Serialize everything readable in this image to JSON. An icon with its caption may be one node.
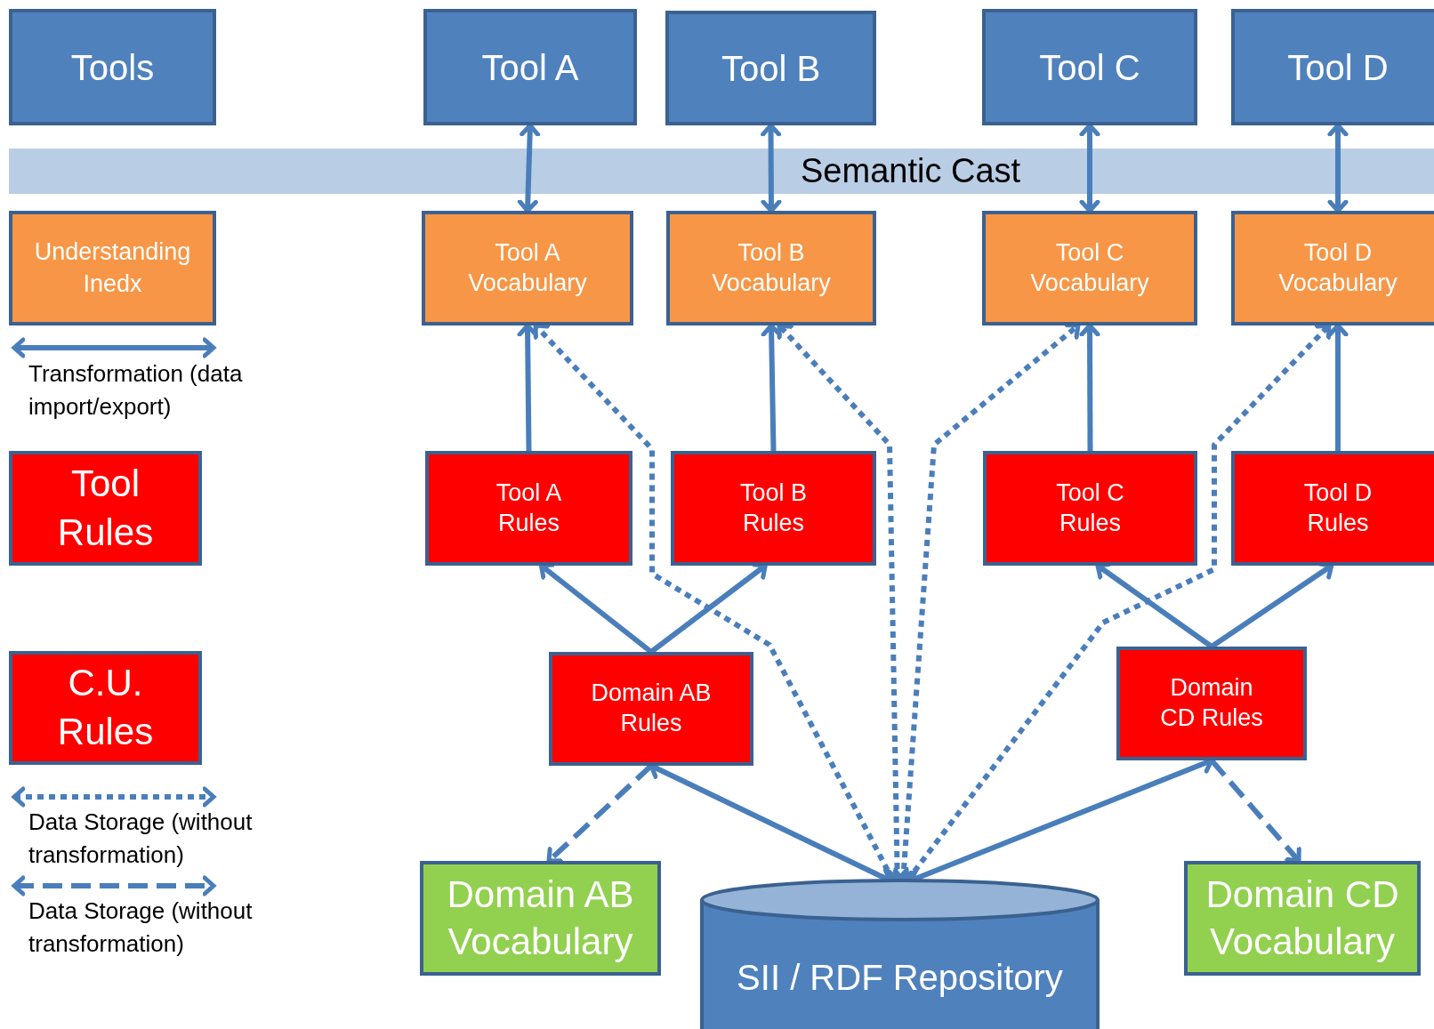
{
  "diagram": {
    "nodes": [
      {
        "text": [
          "Tool A"
        ]
      },
      {
        "text": [
          "Tool B"
        ]
      },
      {
        "text": [
          "Tool C"
        ]
      },
      {
        "text": [
          "Tool D"
        ]
      },
      {
        "text": [
          "Tool A Vocabulary"
        ]
      },
      {
        "text": [
          "Tool B Vocabulary"
        ]
      },
      {
        "text": [
          "Tool C Vocabulary"
        ]
      },
      {
        "text": [
          "Tool D Vocabulary"
        ]
      },
      {
        "text": [
          "Tool A Rules"
        ]
      },
      {
        "text": [
          "Tool B Rules"
        ]
      },
      {
        "text": [
          "Tool C Rules"
        ]
      },
      {
        "text": [
          "Tool D Rules"
        ]
      },
      {
        "text": [
          "Domain AB Rules"
        ]
      },
      {
        "text": [
          "Domain CD Rules"
        ]
      },
      {
        "text": [
          "Domain AB Vocabulary"
        ]
      },
      {
        "text": [
          "SII / RDF Repository"
        ]
      },
      {
        "text": [
          "Domain CD Vocabulary"
        ]
      }
    ],
    "edges": [
      {
        "from": 0,
        "to": 4,
        "arrow": "both"
      },
      {
        "from": 1,
        "to": 5,
        "arrow": "both"
      },
      {
        "from": 2,
        "to": 6,
        "arrow": "both"
      },
      {
        "from": 3,
        "to": 7,
        "arrow": "both"
      },
      {
        "from": 8,
        "to": 4,
        "arrow": "to"
      },
      {
        "from": 9,
        "to": 5,
        "arrow": "to"
      },
      {
        "from": 10,
        "to": 6,
        "arrow": "to"
      },
      {
        "from": 11,
        "to": 7,
        "arrow": "to"
      },
      {
        "from": 12,
        "to": 8,
        "arrow": "to"
      },
      {
        "from": 12,
        "to": 9,
        "arrow": "to"
      },
      {
        "from": 13,
        "to": 10,
        "arrow": "to"
      },
      {
        "from": 13,
        "to": 11,
        "arrow": "to"
      },
      {
        "from": 15,
        "to": 12,
        "arrow": "both"
      },
      {
        "from": 15,
        "to": 13,
        "arrow": "both"
      },
      {
        "from": 12,
        "to": 14,
        "arrow": "to",
        "style": "dashed"
      },
      {
        "from": 13,
        "to": 16,
        "arrow": "to",
        "style": "dashed"
      },
      {
        "from": 15,
        "to": 4,
        "arrow": "both",
        "style": "dashed"
      },
      {
        "from": 15,
        "to": 5,
        "arrow": "both",
        "style": "dashed"
      },
      {
        "from": 15,
        "to": 6,
        "arrow": "both",
        "style": "dashed"
      },
      {
        "from": 15,
        "to": 7,
        "arrow": "both",
        "style": "dashed"
      }
    ],
    "labels": [
      "Semantic Cast"
    ],
    "legend": [
      {
        "text": "Tools",
        "color": "#4f81bd"
      },
      {
        "text": "Understanding Inedx",
        "color": "#f79646"
      },
      {
        "text": "Transformation (data import/export)"
      },
      {
        "text": "Tool Rules",
        "color": "#ff0000"
      },
      {
        "text": "C.U. Rules",
        "color": "#ff0000"
      },
      {
        "text": "Data Storage (without transformation)"
      },
      {
        "text": "Data Storage (without transformation)"
      }
    ]
  }
}
